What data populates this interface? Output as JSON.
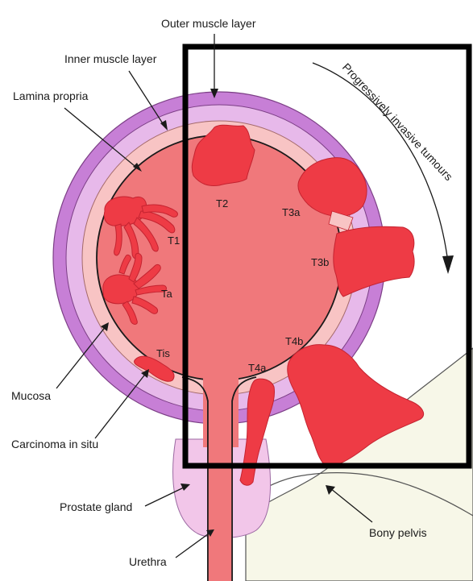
{
  "labels": {
    "outer_muscle_layer": "Outer muscle layer",
    "inner_muscle_layer": "Inner muscle layer",
    "lamina_propria": "Lamina propria",
    "mucosa": "Mucosa",
    "carcinoma_in_situ": "Carcinoma in situ",
    "prostate_gland": "Prostate gland",
    "urethra": "Urethra",
    "bony_pelvis": "Bony pelvis",
    "progressively_invasive": "Progressively invasive tumours"
  },
  "stages": {
    "t1": "T1",
    "ta": "Ta",
    "tis": "Tis",
    "t2": "T2",
    "t3a": "T3a",
    "t3b": "T3b",
    "t4a": "T4a",
    "t4b": "T4b"
  },
  "colors": {
    "outer_muscle": "#c77fd6",
    "inner_muscle": "#e7b9ea",
    "lamina": "#f8c4c4",
    "lumen": "#f0787b",
    "tumour": "#ee3b45",
    "prostate": "#f2c6e9",
    "bone": "#f7f7e8",
    "frame": "#000000"
  }
}
